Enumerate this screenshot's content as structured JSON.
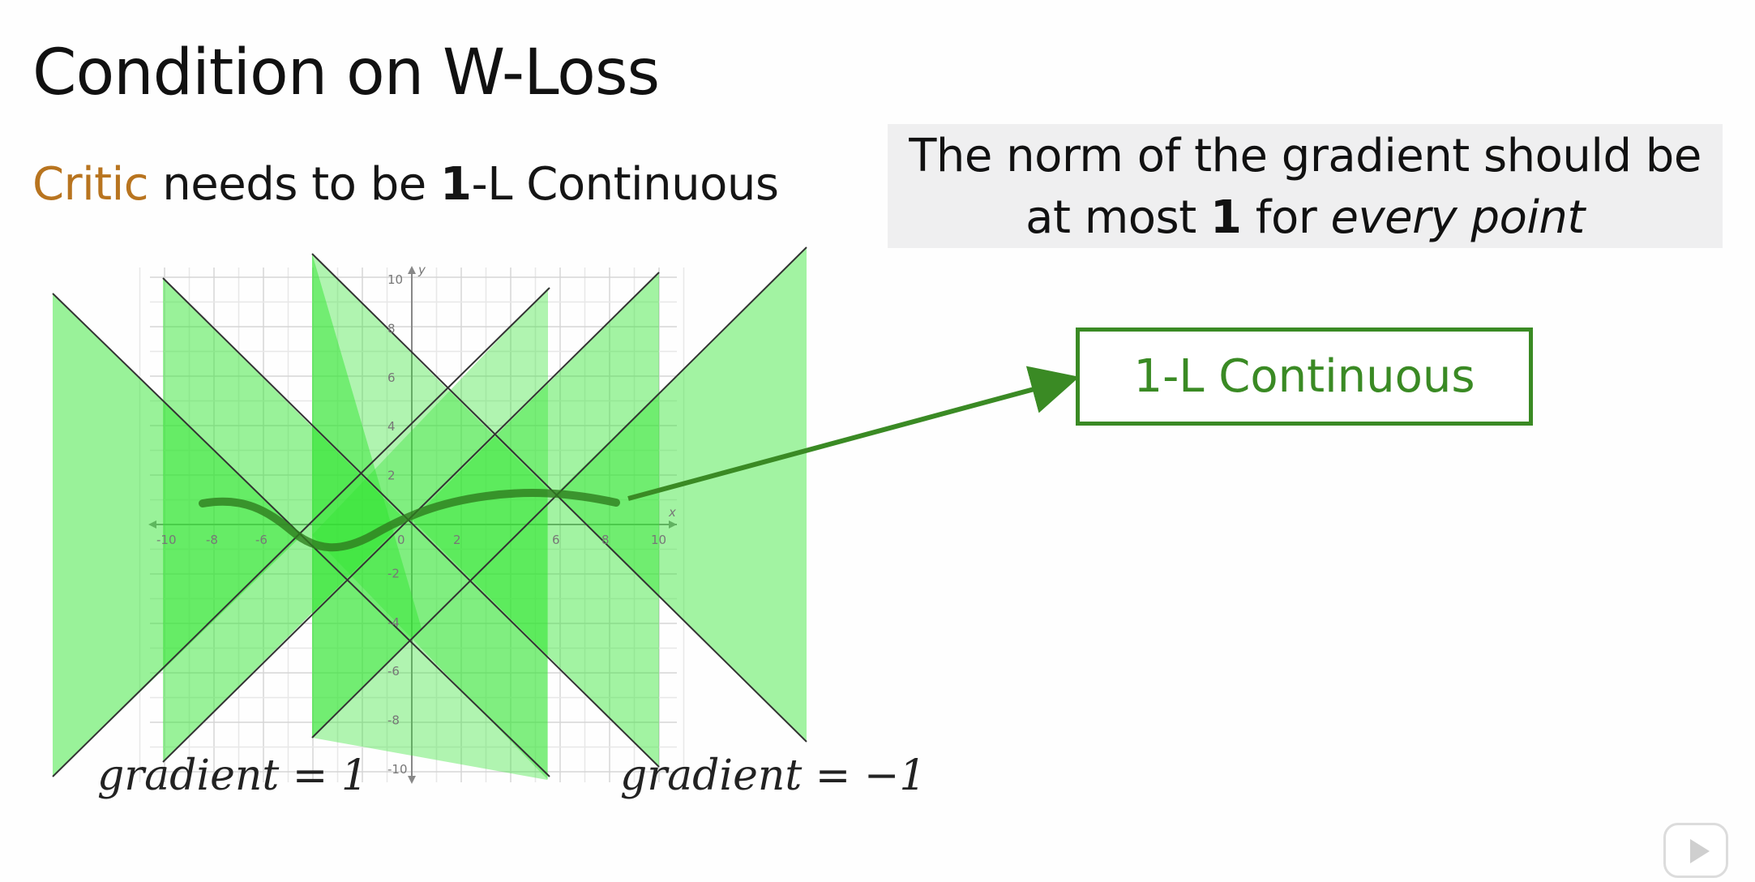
{
  "slide": {
    "title": "Condition on W-Loss",
    "subtitle_critic": "Critic",
    "subtitle_mid": " needs to be ",
    "subtitle_bold": "1",
    "subtitle_end": "-L Continuous"
  },
  "callout": {
    "line1": "The norm of the gradient should be",
    "line2_a": "at most ",
    "line2_bold": "1",
    "line2_b": " for ",
    "line2_italic": "every point"
  },
  "box_label": "1-L Continuous",
  "gradient_left": "gradient = 1",
  "gradient_right": "gradient = −1",
  "axis": {
    "x_label": "x",
    "y_label": "y",
    "x_ticks": [
      "-10",
      "-8",
      "-6",
      "2",
      "6",
      "8",
      "10"
    ],
    "y_ticks": [
      "10",
      "8",
      "6",
      "4",
      "2",
      "-2",
      "-4",
      "-6",
      "-8",
      "-10"
    ],
    "origin_label": "0"
  },
  "colors": {
    "accent_green": "#3a8a24",
    "cone_fill": "#33e633",
    "critic_orange": "#b8741f"
  },
  "icons": [
    "play-icon"
  ]
}
